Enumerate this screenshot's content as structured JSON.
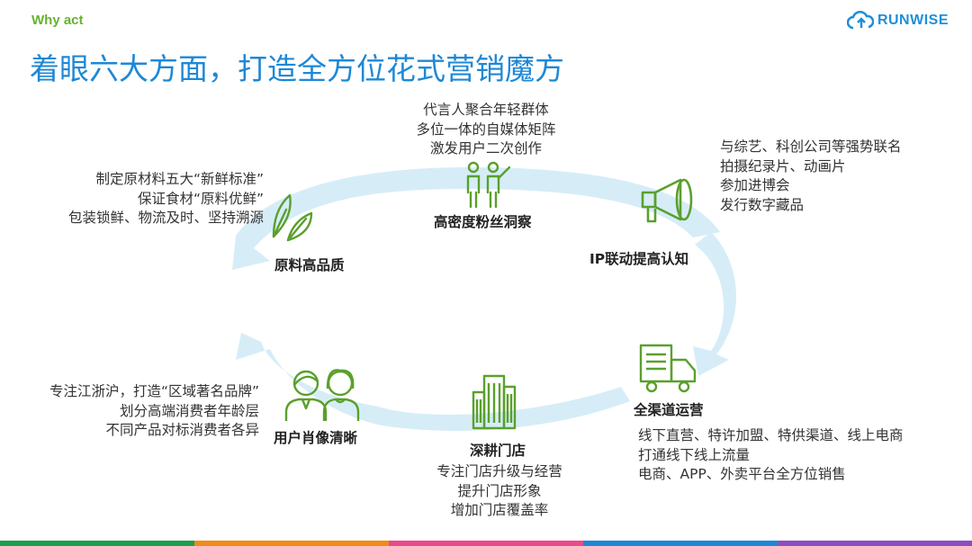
{
  "header": {
    "section_tag": "Why act",
    "brand": "RUNWISE",
    "title": "着眼六大方面，打造全方位花式营销魔方"
  },
  "nodes": {
    "fans": {
      "label": "高密度粉丝洞察",
      "icon": "people-pointing-icon",
      "desc": [
        "代言人聚合年轻群体",
        "多位一体的自媒体矩阵",
        "激发用户二次创作"
      ]
    },
    "ip": {
      "label": "IP联动提高认知",
      "icon": "megaphone-icon",
      "desc": [
        "与综艺、科创公司等强势联名",
        "拍摄纪录片、动画片",
        "参加进博会",
        "发行数字藏品"
      ]
    },
    "channel": {
      "label": "全渠道运营",
      "icon": "delivery-truck-icon",
      "desc": [
        "线下直营、特许加盟、特供渠道、线上电商",
        "打通线下线上流量",
        "电商、APP、外卖平台全方位销售"
      ]
    },
    "store": {
      "label": "深耕门店",
      "icon": "buildings-icon",
      "desc": [
        "专注门店升级与经营",
        "提升门店形象",
        "增加门店覆盖率"
      ]
    },
    "persona": {
      "label": "用户肖像清晰",
      "icon": "users-icon",
      "desc": [
        "专注江浙沪，打造“区域著名品牌”",
        "划分高端消费者年龄层",
        "不同产品对标消费者各异"
      ]
    },
    "quality": {
      "label": "原料高品质",
      "icon": "leaf-icon",
      "desc": [
        "制定原材料五大“新鲜标准”",
        "保证食材“原料优鲜”",
        "包装锁鲜、物流及时、坚持溯源"
      ]
    }
  },
  "colors": {
    "title": "#1e88d6",
    "accent_green": "#64b32e",
    "ring": "#d6edf8",
    "icon": "#5aa02c",
    "bottom_bar": [
      "#1d9e4e",
      "#f28a1a",
      "#e84b8a",
      "#1e88d6",
      "#8a4fbf"
    ]
  }
}
